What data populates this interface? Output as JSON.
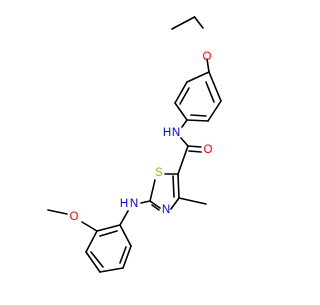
{
  "molecule": {
    "atom_labels": {
      "o_ethoxy": "O",
      "nh_amide": "N",
      "nh_amide_h": "H",
      "o_carbonyl": "O",
      "s_ring": "S",
      "n_ring": "N",
      "nh_amine": "N",
      "nh_amine_h": "H",
      "o_methoxy": "O"
    },
    "colors": {
      "bond": "#000000",
      "oxygen": "#ff0000",
      "nitrogen": "#0000ff",
      "sulfur": "#c8a400"
    }
  }
}
